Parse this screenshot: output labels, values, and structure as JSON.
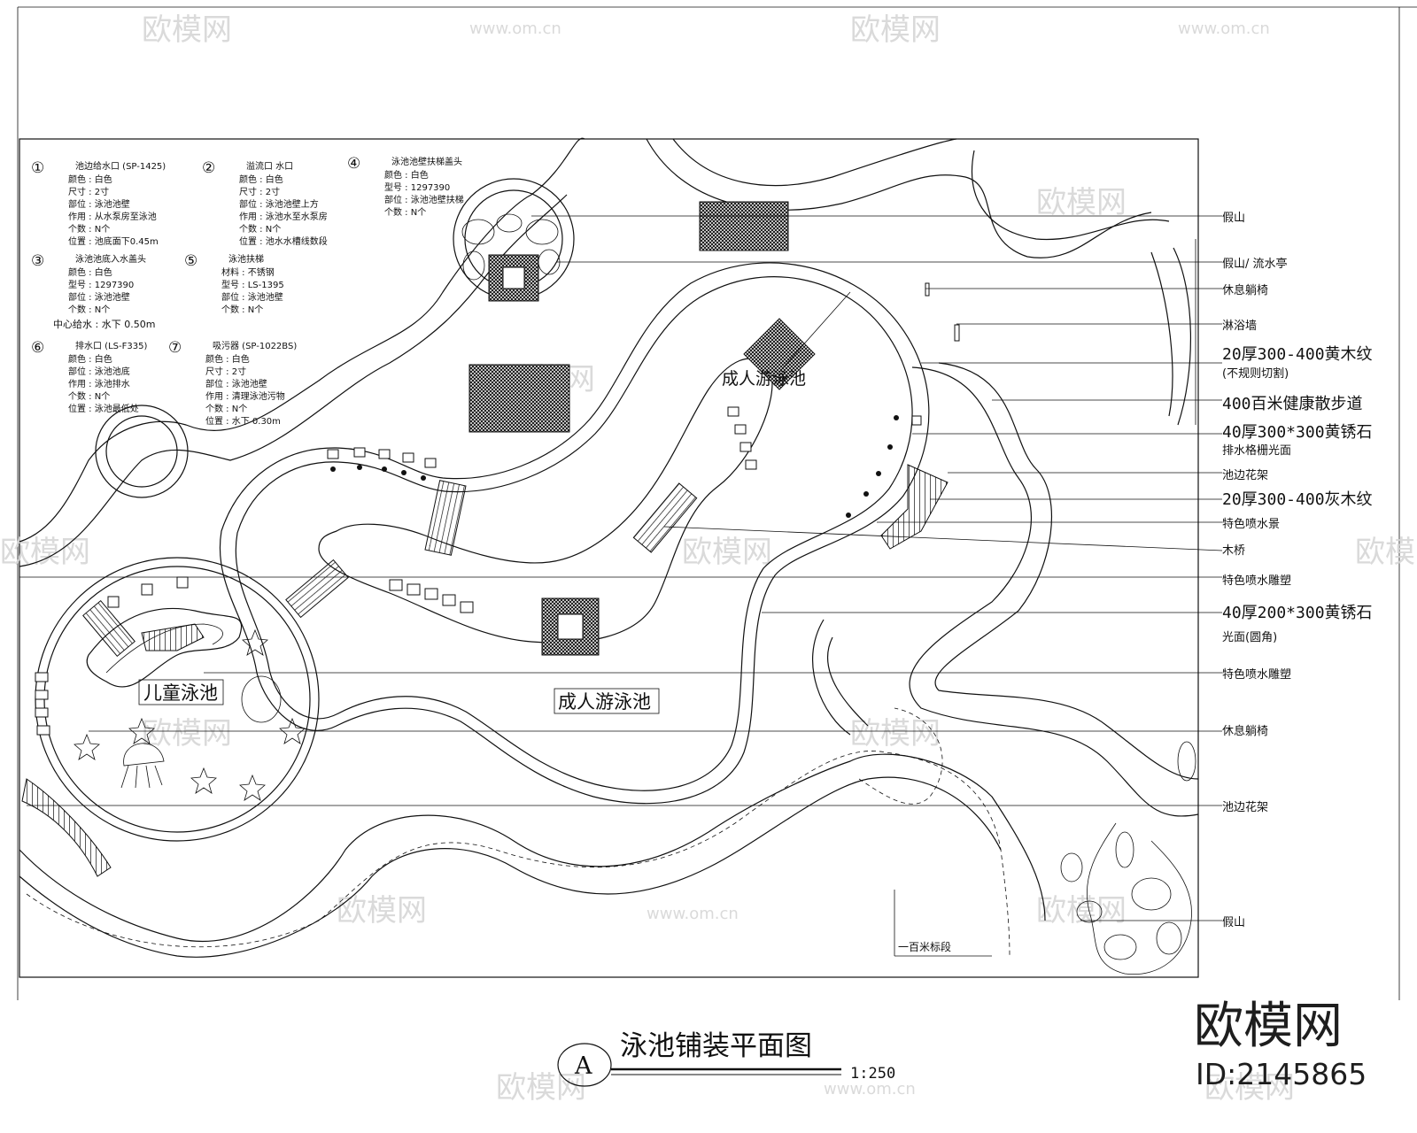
{
  "drawing": {
    "title": "泳池铺装平面图",
    "scale": "1:250",
    "section_mark": "A"
  },
  "watermark": {
    "brand": "欧模网",
    "site": "www.om.cn",
    "id": "ID:2145865"
  },
  "legend": [
    {
      "num": "①",
      "name": "池边给水口 (SP-1425)",
      "lines": [
        "颜色 : 白色",
        "尺寸 : 2寸",
        "部位 : 泳池池壁",
        "作用 : 从水泵房至泳池",
        "个数 : N个",
        "位置 : 池底面下0.45m"
      ]
    },
    {
      "num": "②",
      "name": "溢流口 水口",
      "lines": [
        "颜色 : 白色",
        "尺寸 : 2寸",
        "部位 : 泳池池壁上方",
        "作用 : 泳池水至水泵房",
        "个数 : N个",
        "位置 : 池水水槽线数段"
      ]
    },
    {
      "num": "③",
      "name": "泳池池底入水盖头",
      "lines": [
        "颜色 : 白色",
        "型号 : 1297390",
        "部位 : 泳池池壁",
        "个数 : N个"
      ]
    },
    {
      "num": "④",
      "name": "泳池池壁扶梯盖头",
      "lines": [
        "颜色 : 白色",
        "型号 : 1297390",
        "部位 : 泳池池壁扶梯",
        "个数 : N个"
      ]
    },
    {
      "num": "⑤",
      "name": "泳池扶梯",
      "lines": [
        "材料 : 不锈钢",
        "型号 : LS-1395",
        "部位 : 泳池池壁",
        "个数 : N个"
      ]
    },
    {
      "num": "⑥",
      "name": "排水口 (LS-F335)",
      "lines": [
        "颜色 : 白色",
        "部位 : 泳池池底",
        "作用 : 泳池排水",
        "个数 : N个",
        "位置 : 泳池最低处"
      ]
    },
    {
      "num": "⑦",
      "name": "吸污器 (SP-1022BS)",
      "lines": [
        "颜色 : 白色",
        "尺寸 : 2寸",
        "部位 : 泳池池壁",
        "作用 : 清理泳池污物",
        "个数 : N个",
        "位置 : 水下 0.30m"
      ]
    }
  ],
  "legend_extra": "中心给水 : 水下 0.50m",
  "pools": {
    "adult_top": "成人游泳池",
    "adult_bottom": "成人游泳池",
    "kids": "儿童泳池"
  },
  "callouts": [
    "假山",
    "假山/ 流水亭",
    "休息躺椅",
    "淋浴墙",
    "20厚300-400黄木纹",
    "(不规则切割)",
    "400百米健康散步道",
    "40厚300*300黄锈石",
    "排水格栅光面",
    "池边花架",
    "20厚300-400灰木纹",
    "特色喷水景",
    "木桥",
    "特色喷水雕塑",
    "40厚200*300黄锈石",
    "光面(圆角)",
    "特色喷水雕塑",
    "休息躺椅",
    "池边花架",
    "假山"
  ],
  "track_note": "一百米标段"
}
